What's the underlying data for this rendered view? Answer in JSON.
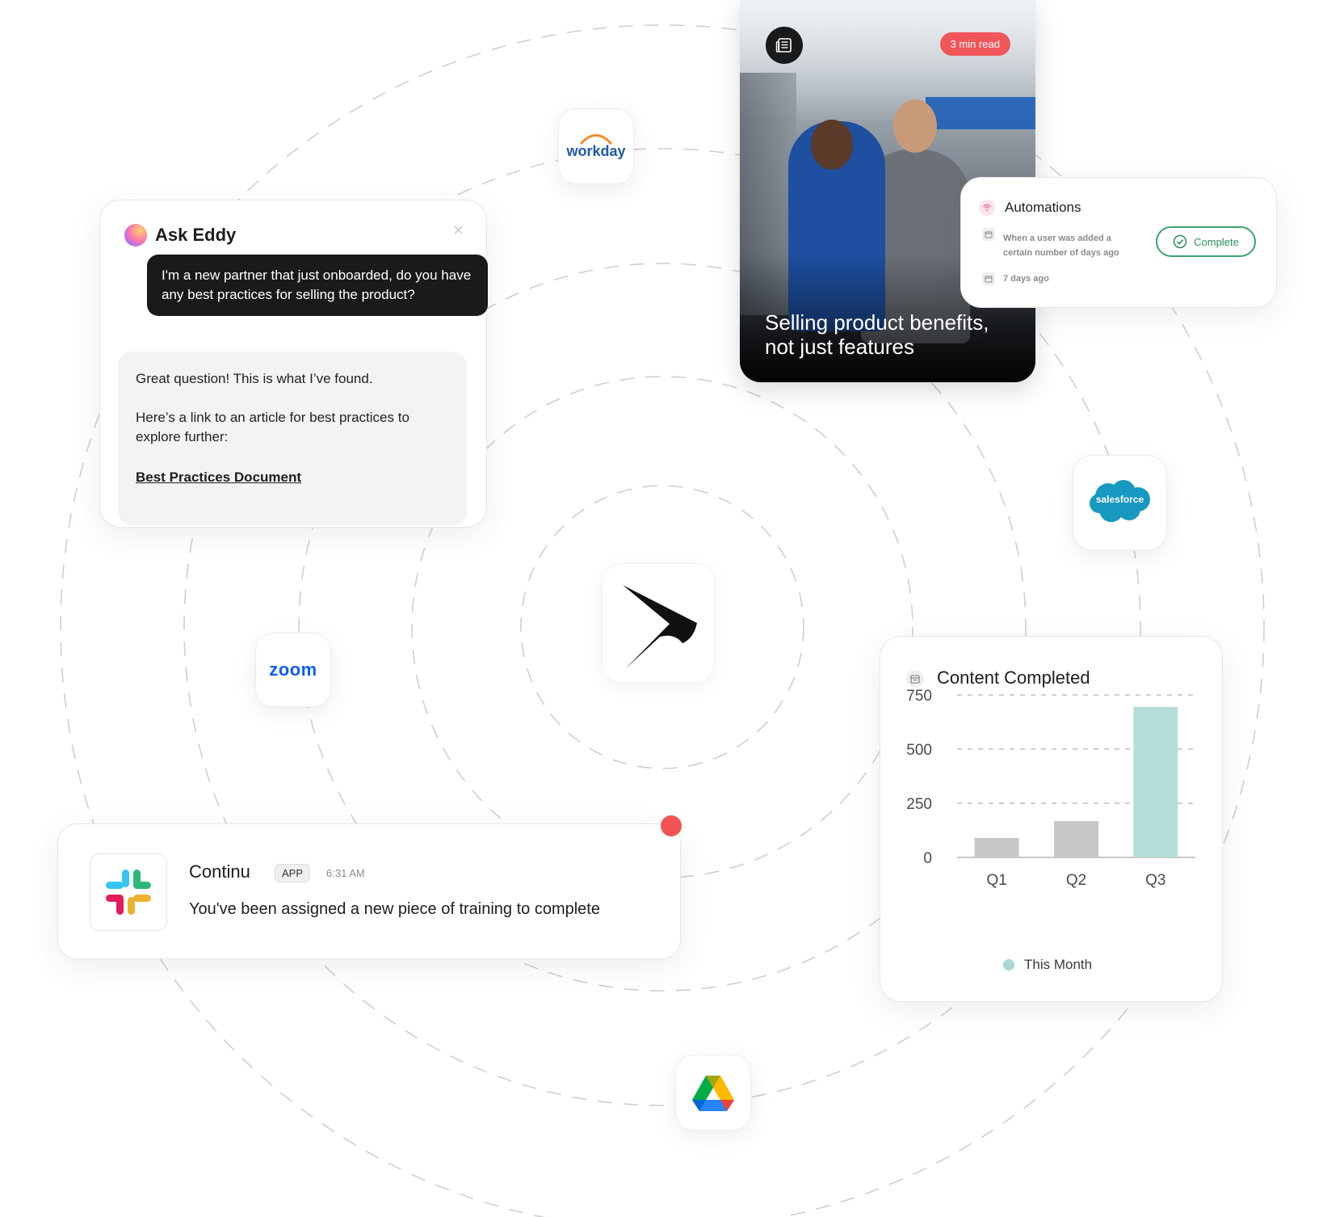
{
  "ask_eddy": {
    "title": "Ask Eddy",
    "close_label": "×",
    "question": "I'm a new partner that just onboarded, do you have any best practices for selling the product?",
    "answer_line1": "Great question! This is what I’ve found.",
    "answer_line2": "Here’s a link to an article for best practices to explore further:",
    "link_text": "Best Practices Document"
  },
  "article": {
    "badge": "3 min read",
    "headline": "Selling product benefits, not just features"
  },
  "automations": {
    "title": "Automations",
    "trigger_text": "When a user was added a certain number of days ago",
    "time_text": "7 days ago",
    "status_button": "Complete"
  },
  "integrations": {
    "workday": "workday",
    "zoom": "zoom",
    "salesforce": "salesforce"
  },
  "notification": {
    "sender": "Continu",
    "badge": "APP",
    "time": "6:31 AM",
    "message": "You've been assigned a new piece of training to complete"
  },
  "chart_card": {
    "title": "Content Completed",
    "legend": "This Month"
  },
  "chart_data": {
    "type": "bar",
    "title": "Content Completed",
    "categories": [
      "Q1",
      "Q2",
      "Q3"
    ],
    "series": [
      {
        "name": "This Month",
        "values": [
          90,
          168,
          695
        ]
      }
    ],
    "y_ticks": [
      0,
      250,
      500,
      750
    ],
    "ylim": [
      0,
      750
    ],
    "grid": true,
    "legend_position": "bottom",
    "colors": [
      "#c7c6c8",
      "#c7c6c8",
      "#b5ddd8"
    ]
  },
  "colors": {
    "accent_red": "#f25454",
    "complete_green": "#3aa36b",
    "bar_grey": "#c7c6c8",
    "bar_teal": "#b5ddd8"
  },
  "icons": {
    "article": "newspaper-icon",
    "automations": "wifi-icon",
    "calendar": "calendar-icon",
    "check": "check-circle-icon",
    "center": "continu-logo"
  }
}
